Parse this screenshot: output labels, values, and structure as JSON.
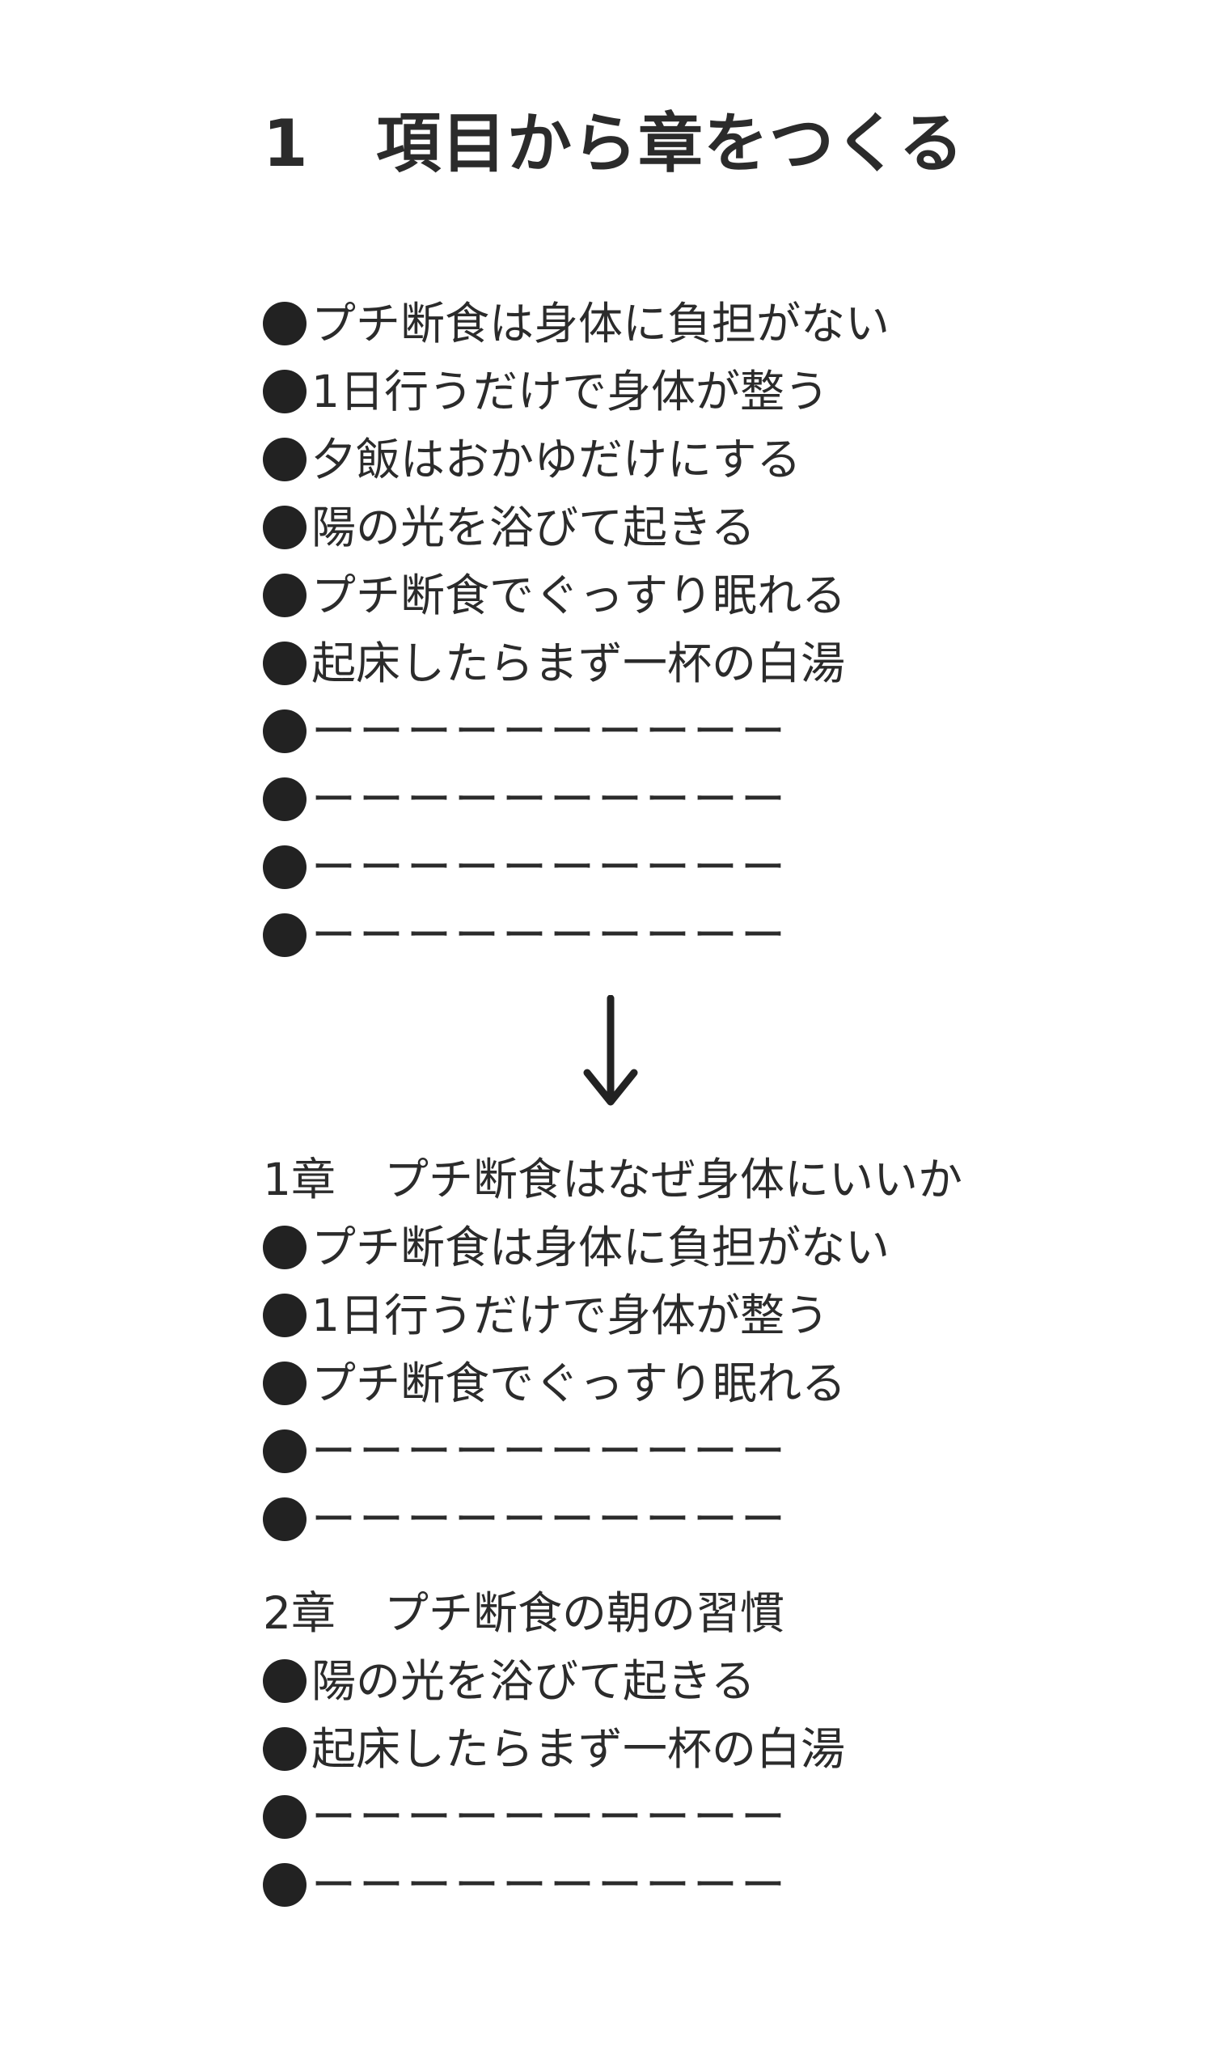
{
  "title": {
    "number": "1",
    "text": "項目から章をつくる"
  },
  "bullet_symbol": "●",
  "items": [
    {
      "text": "プチ断食は身体に負担がない"
    },
    {
      "text": "1日行うだけで身体が整う"
    },
    {
      "text": "夕飯はおかゆだけにする"
    },
    {
      "text": "陽の光を浴びて起きる"
    },
    {
      "text": "プチ断食でぐっすり眠れる"
    },
    {
      "text": "起床したらまず一杯の白湯"
    },
    {
      "text": "ーーーーーーーーーー"
    },
    {
      "text": "ーーーーーーーーーー"
    },
    {
      "text": "ーーーーーーーーーー"
    },
    {
      "text": "ーーーーーーーーーー"
    }
  ],
  "arrow_icon": "down-arrow-icon",
  "chapters": [
    {
      "number": "1章",
      "title": "プチ断食はなぜ身体にいいか",
      "items": [
        {
          "text": "プチ断食は身体に負担がない"
        },
        {
          "text": "1日行うだけで身体が整う"
        },
        {
          "text": "プチ断食でぐっすり眠れる"
        },
        {
          "text": "ーーーーーーーーーー"
        },
        {
          "text": "ーーーーーーーーーー"
        }
      ]
    },
    {
      "number": "2章",
      "title": "プチ断食の朝の習慣",
      "items": [
        {
          "text": "陽の光を浴びて起きる"
        },
        {
          "text": "起床したらまず一杯の白湯"
        },
        {
          "text": "ーーーーーーーーーー"
        },
        {
          "text": "ーーーーーーーーーー"
        }
      ]
    }
  ],
  "colors": {
    "text": "#2b2b2b",
    "bullet": "#222222",
    "background": "#ffffff"
  }
}
